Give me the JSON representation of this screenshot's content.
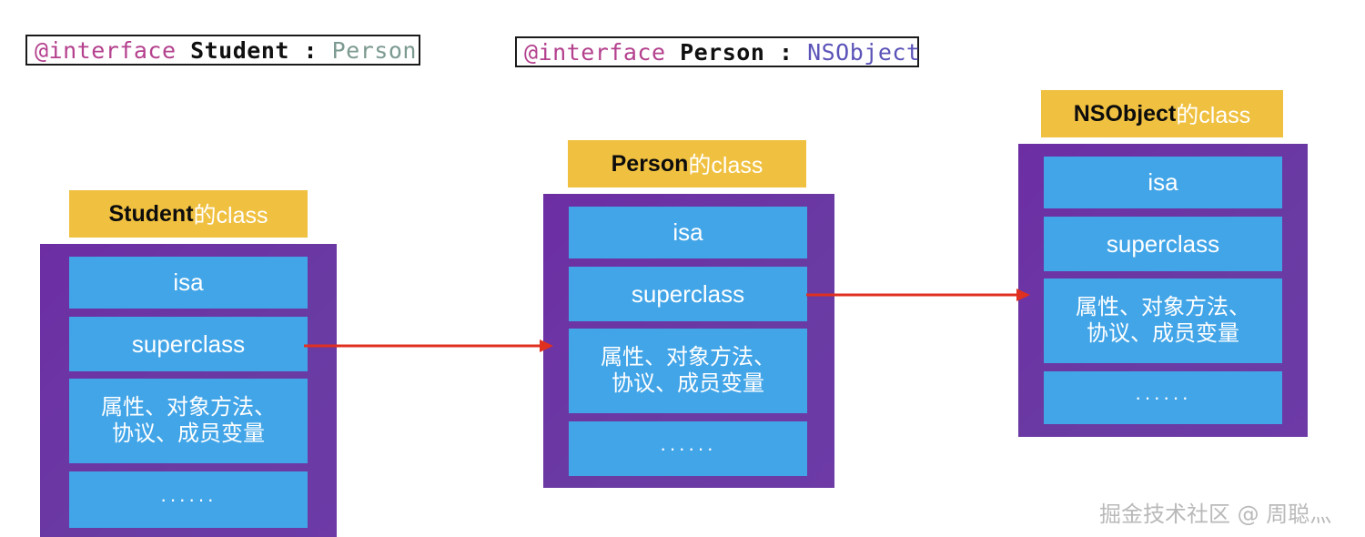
{
  "page": {
    "background": "#ffffff",
    "watermark": "掘金技术社区 @ 周聪灬"
  },
  "palette": {
    "header_yellow": "#f0c040",
    "body_purple": "#6b2fa0",
    "row_blue": "#42a5e8",
    "arrow_red": "#e03020",
    "code_keyword": "#b4418e",
    "code_type_person": "#7c9a92",
    "code_type_nsobject": "#5b53b8",
    "code_plain": "#101010",
    "watermark_gray": "#b9b9b9"
  },
  "code_snippets": [
    {
      "id": "student-interface",
      "keyword": "@interface",
      "class_name": "Student",
      "separator": ":",
      "super_name": "Person"
    },
    {
      "id": "person-interface",
      "keyword": "@interface",
      "class_name": "Person",
      "separator": ":",
      "super_name": "NSObject"
    }
  ],
  "class_boxes": [
    {
      "id": "student-class",
      "header_name": "Student",
      "header_suffix": "的class",
      "rows": [
        {
          "id": "isa",
          "label": "isa",
          "line2": ""
        },
        {
          "id": "superclass",
          "label": "superclass",
          "line2": ""
        },
        {
          "id": "members",
          "label": "属性、对象方法、",
          "line2": "协议、成员变量"
        },
        {
          "id": "ellipsis",
          "label": "······",
          "line2": ""
        }
      ]
    },
    {
      "id": "person-class",
      "header_name": "Person",
      "header_suffix": "的class",
      "rows": [
        {
          "id": "isa",
          "label": "isa",
          "line2": ""
        },
        {
          "id": "superclass",
          "label": "superclass",
          "line2": ""
        },
        {
          "id": "members",
          "label": "属性、对象方法、",
          "line2": "协议、成员变量"
        },
        {
          "id": "ellipsis",
          "label": "······",
          "line2": ""
        }
      ]
    },
    {
      "id": "nsobject-class",
      "header_name": "NSObject",
      "header_suffix": "的class",
      "rows": [
        {
          "id": "isa",
          "label": "isa",
          "line2": ""
        },
        {
          "id": "superclass",
          "label": "superclass",
          "line2": ""
        },
        {
          "id": "members",
          "label": "属性、对象方法、",
          "line2": "协议、成员变量"
        },
        {
          "id": "ellipsis",
          "label": "······",
          "line2": ""
        }
      ]
    }
  ],
  "arrows": [
    {
      "id": "student-to-person",
      "from": "student-superclass",
      "to": "person-class"
    },
    {
      "id": "person-to-nsobject",
      "from": "person-superclass",
      "to": "nsobject-class"
    }
  ]
}
